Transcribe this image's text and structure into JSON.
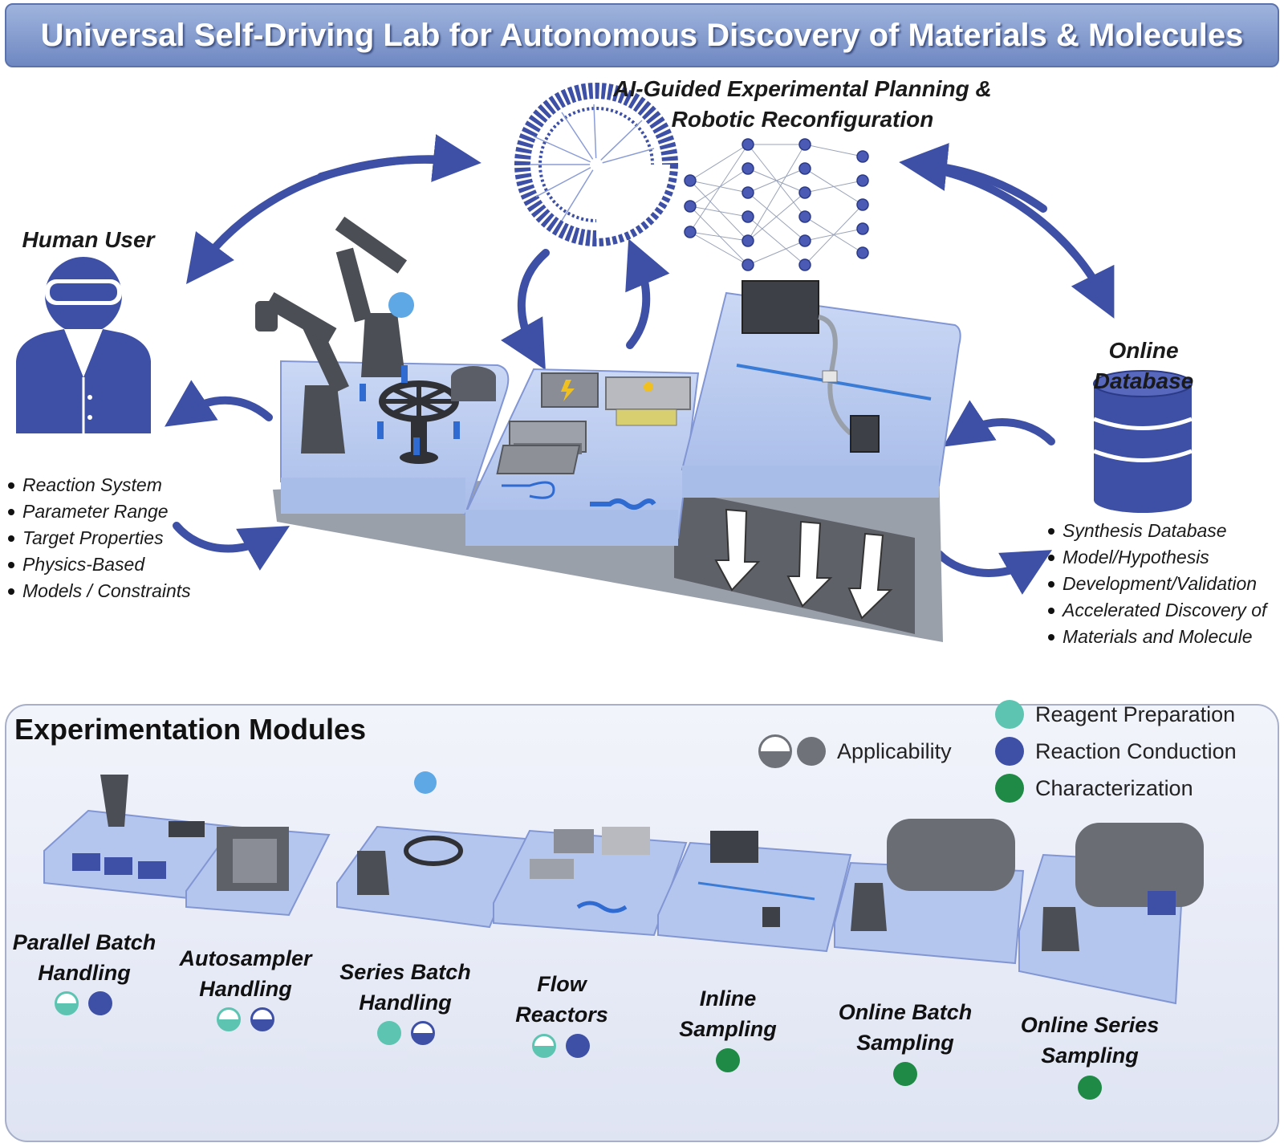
{
  "title": "Universal Self-Driving Lab for Autonomous Discovery of Materials & Molecules",
  "ai_block": {
    "heading_line1": "AI-Guided Experimental Planning &",
    "heading_line2": "Robotic Reconfiguration"
  },
  "human_user": {
    "heading": "Human User",
    "icon": "person-with-goggles-icon",
    "bullets": [
      "Reaction System",
      "Parameter Range",
      "Target Properties",
      "Physics-Based",
      "Models / Constraints"
    ]
  },
  "online_database": {
    "heading": "Online Database",
    "icon": "database-icon",
    "bullets": [
      "Synthesis Database",
      "Model/Hypothesis",
      "Development/Validation",
      "Accelerated Discovery of",
      "Materials and Molecule"
    ]
  },
  "experimentation_modules": {
    "title": "Experimentation Modules",
    "applicability_label": "Applicability",
    "legend": [
      {
        "label": "Reagent Preparation",
        "color": "#5ec4b2"
      },
      {
        "label": "Reaction Conduction",
        "color": "#3e50a6"
      },
      {
        "label": "Characterization",
        "color": "#1e8a45"
      }
    ],
    "modules": [
      {
        "line1": "Parallel Batch",
        "line2": "Handling"
      },
      {
        "line1": "Autosampler",
        "line2": "Handling"
      },
      {
        "line1": "Series Batch",
        "line2": "Handling"
      },
      {
        "line1": "Flow",
        "line2": "Reactors"
      },
      {
        "line1": "Inline",
        "line2": "Sampling"
      },
      {
        "line1": "Online Batch",
        "line2": "Sampling"
      },
      {
        "line1": "Online Series",
        "line2": "Sampling"
      }
    ]
  },
  "colors": {
    "accent_blue": "#3e50a6",
    "title_bar": "#7f95cc",
    "platform": "#b9c9ee",
    "reagent": "#5ec4b2",
    "reaction": "#3e50a6",
    "characterization": "#1e8a45"
  }
}
